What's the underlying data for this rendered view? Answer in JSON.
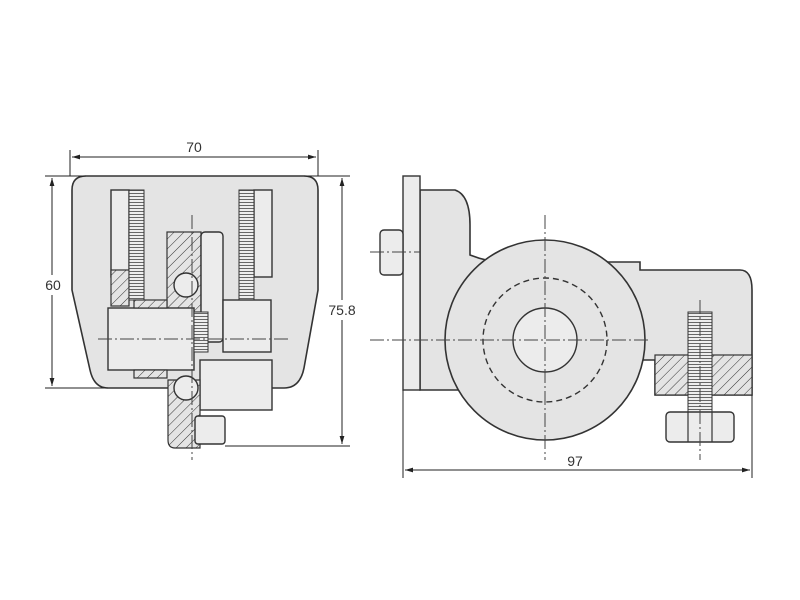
{
  "dimensions": {
    "front_width": "70",
    "front_height": "60",
    "overall_height": "75.8",
    "side_length": "97"
  }
}
